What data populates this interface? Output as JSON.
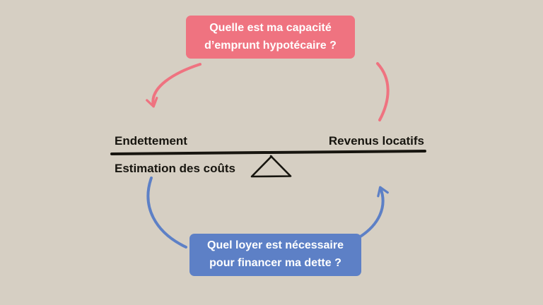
{
  "canvas": {
    "background": "#d6cfc3"
  },
  "colors": {
    "pink_accent": "#ef7380",
    "blue_accent": "#5d80c6",
    "text_dark": "#17150f",
    "text_light": "#ffffff"
  },
  "top_question": {
    "line1": "Quelle est ma capacité",
    "line2": "d’emprunt hypotécaire ?"
  },
  "bottom_question": {
    "line1": "Quel loyer est nécessaire",
    "line2": "pour financer ma dette ?"
  },
  "balance": {
    "left_label": "Endettement",
    "right_label": "Revenus locatifs",
    "below_left_label": "Estimation des coûts"
  }
}
